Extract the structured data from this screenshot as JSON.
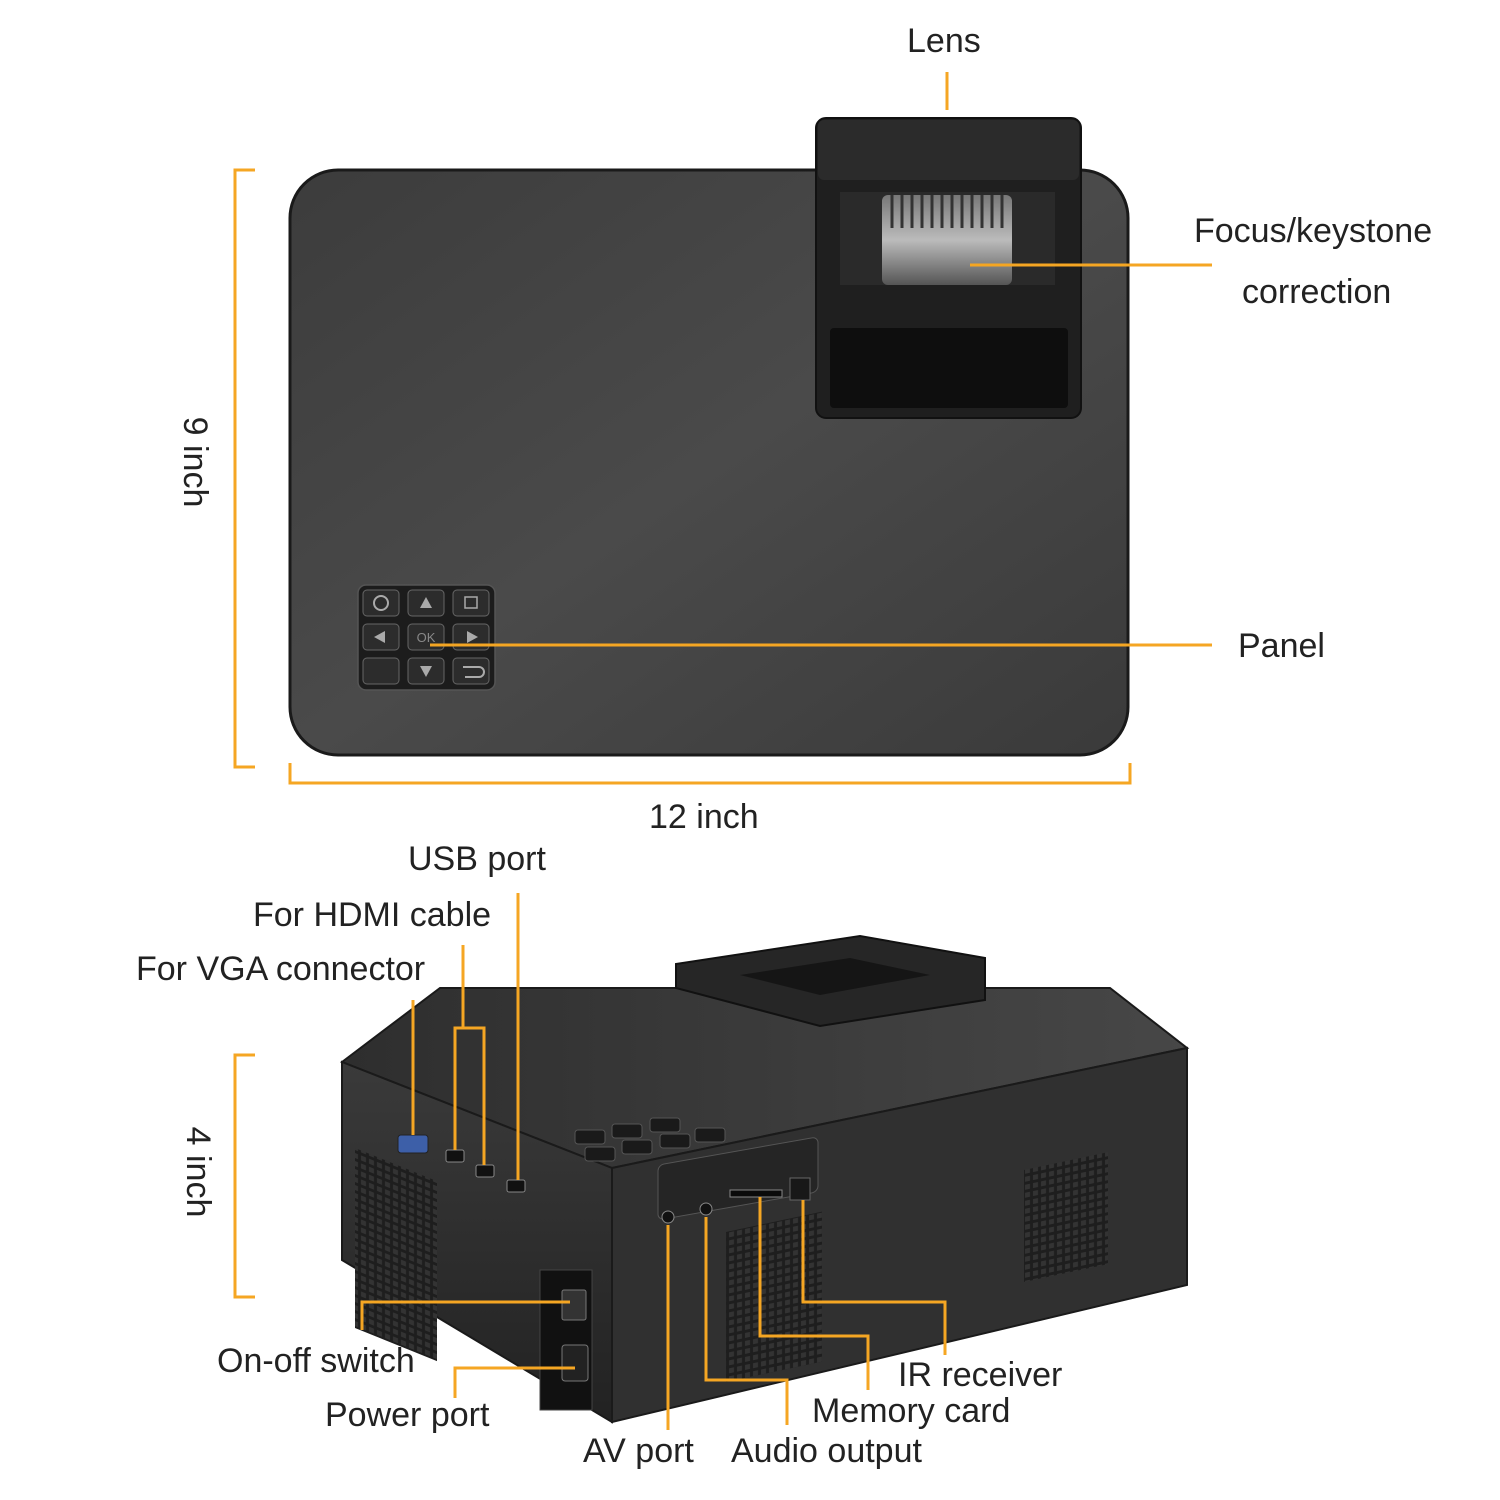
{
  "accent_color": "#f5a623",
  "device_color": "#3a3a3a",
  "dimensions": {
    "height": "9 inch",
    "width": "12 inch",
    "depth": "4 inch"
  },
  "top_view_labels": {
    "lens": "Lens",
    "focus_line1": "Focus/keystone",
    "focus_line2": "correction",
    "panel": "Panel"
  },
  "panel_buttons": {
    "ok": "OK"
  },
  "rear_view_labels": {
    "usb": "USB port",
    "hdmi": "For HDMI cable",
    "vga": "For VGA connector",
    "on_off": "On-off switch",
    "power": "Power port",
    "av": "AV port",
    "audio": "Audio output",
    "memory": "Memory card",
    "ir": "IR receiver"
  }
}
